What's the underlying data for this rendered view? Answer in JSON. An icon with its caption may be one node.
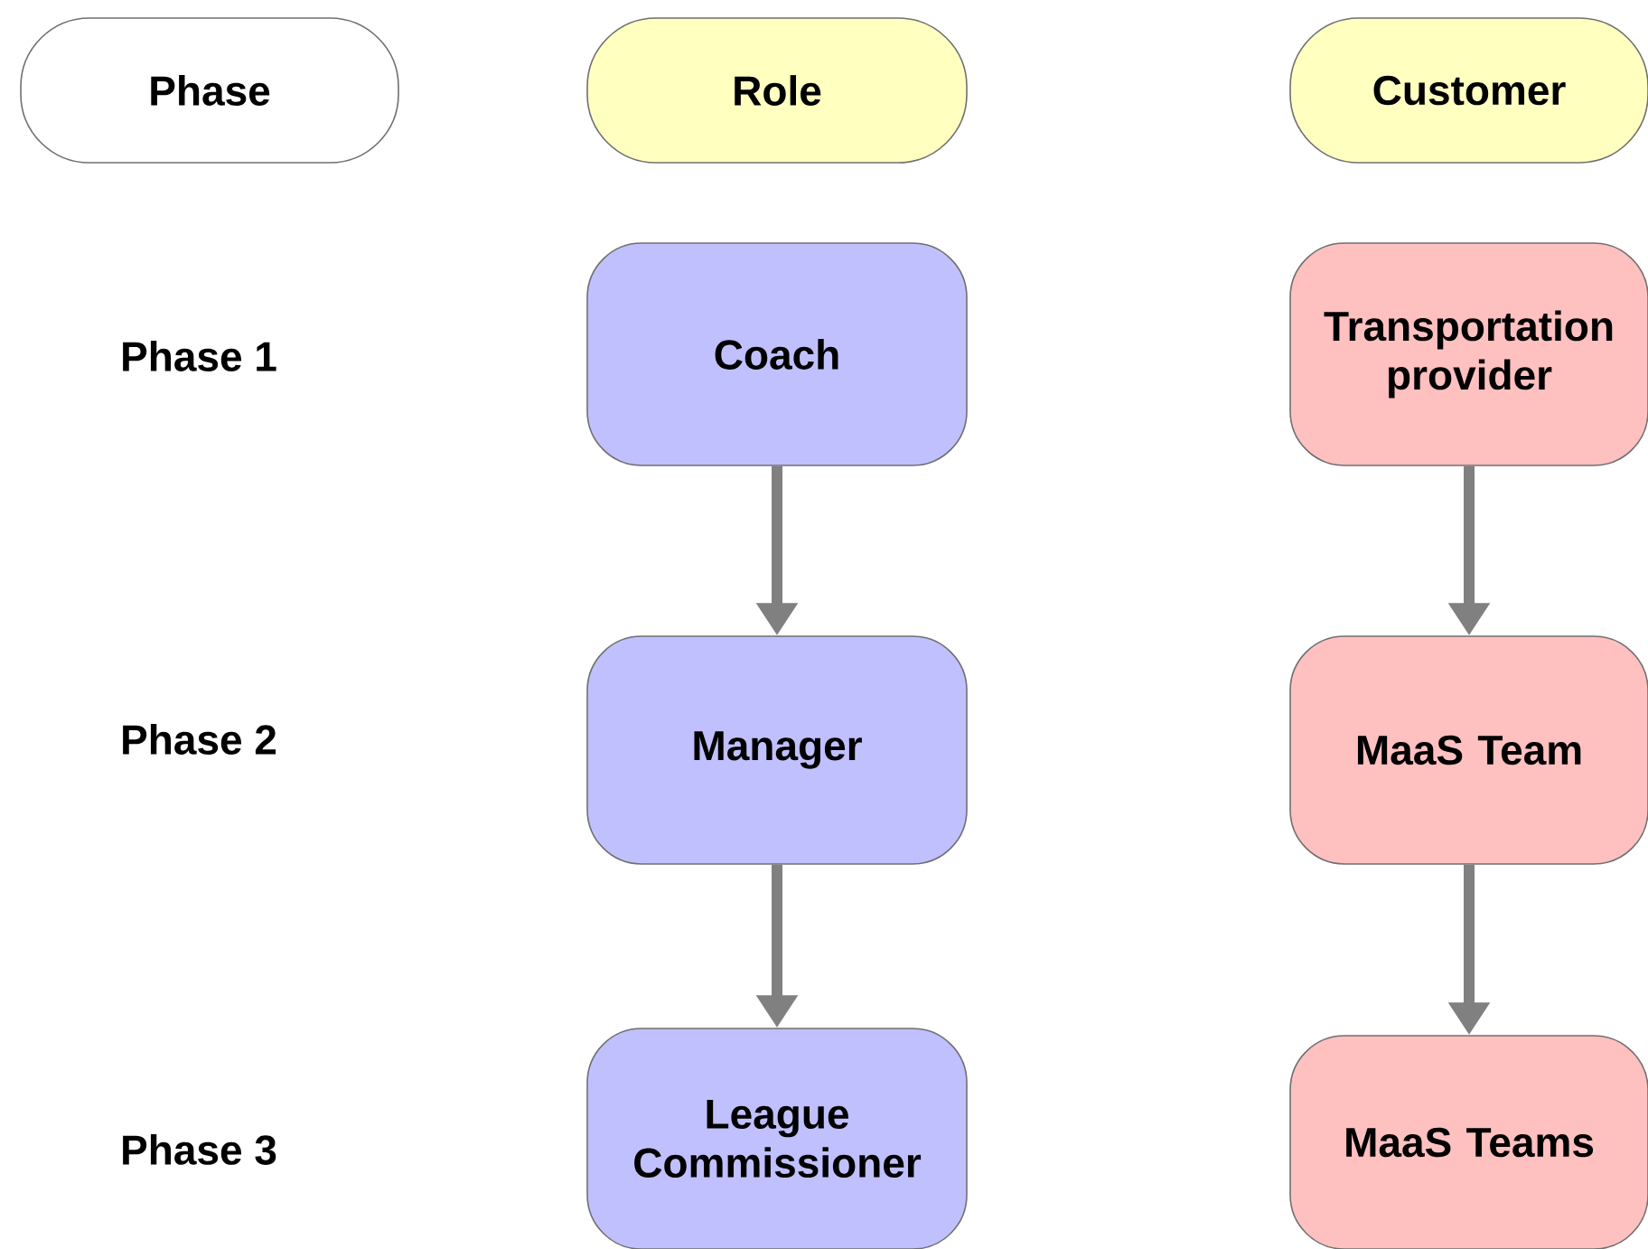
{
  "diagram": {
    "nodes": [
      {
        "text": [
          "Phase"
        ]
      },
      {
        "text": [
          "Role"
        ]
      },
      {
        "text": [
          "Customer"
        ]
      },
      {
        "text": [
          "Coach"
        ]
      },
      {
        "text": [
          "Transportation provider"
        ]
      },
      {
        "text": [
          "Manager"
        ]
      },
      {
        "text": [
          "MaaS Team"
        ]
      },
      {
        "text": [
          "League Commissioner"
        ]
      },
      {
        "text": [
          "MaaS Teams"
        ]
      }
    ],
    "edges": [
      {
        "from": 3,
        "to": 5,
        "arrow": "to"
      },
      {
        "from": 5,
        "to": 7,
        "arrow": "to"
      },
      {
        "from": 4,
        "to": 6,
        "arrow": "to"
      },
      {
        "from": 6,
        "to": 8,
        "arrow": "to"
      }
    ],
    "labels": [
      "Phase 1",
      "Phase 2",
      "Phase 3"
    ]
  }
}
